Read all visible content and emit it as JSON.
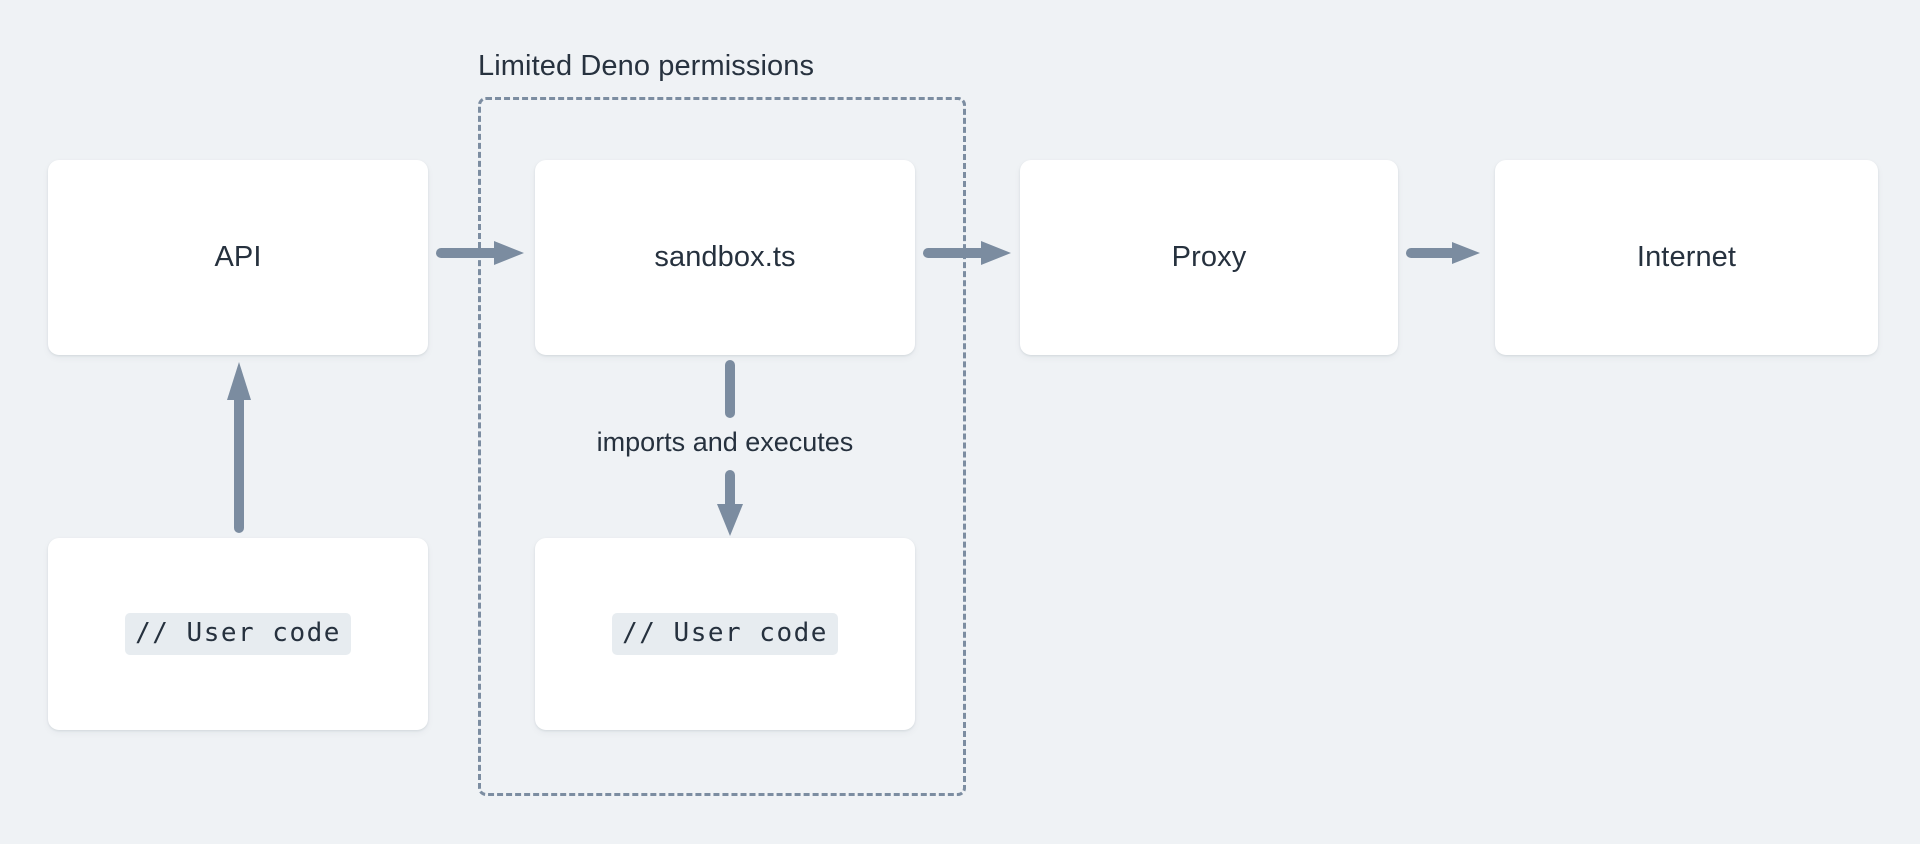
{
  "diagram": {
    "background_color": "#eff2f5",
    "accent_color": "#7b8ca0",
    "text_color": "#26313e",
    "group": {
      "label": "Limited Deno permissions",
      "border_style": "dashed"
    },
    "nodes": {
      "api": "API",
      "sandbox": "sandbox.ts",
      "proxy": "Proxy",
      "internet": "Internet",
      "user_code_left": "// User code",
      "user_code_sandbox": "// User code"
    },
    "edges": {
      "api_to_sandbox": "",
      "sandbox_to_proxy": "",
      "proxy_to_internet": "",
      "user_code_to_api": "",
      "sandbox_to_user_code": "imports and executes"
    }
  }
}
